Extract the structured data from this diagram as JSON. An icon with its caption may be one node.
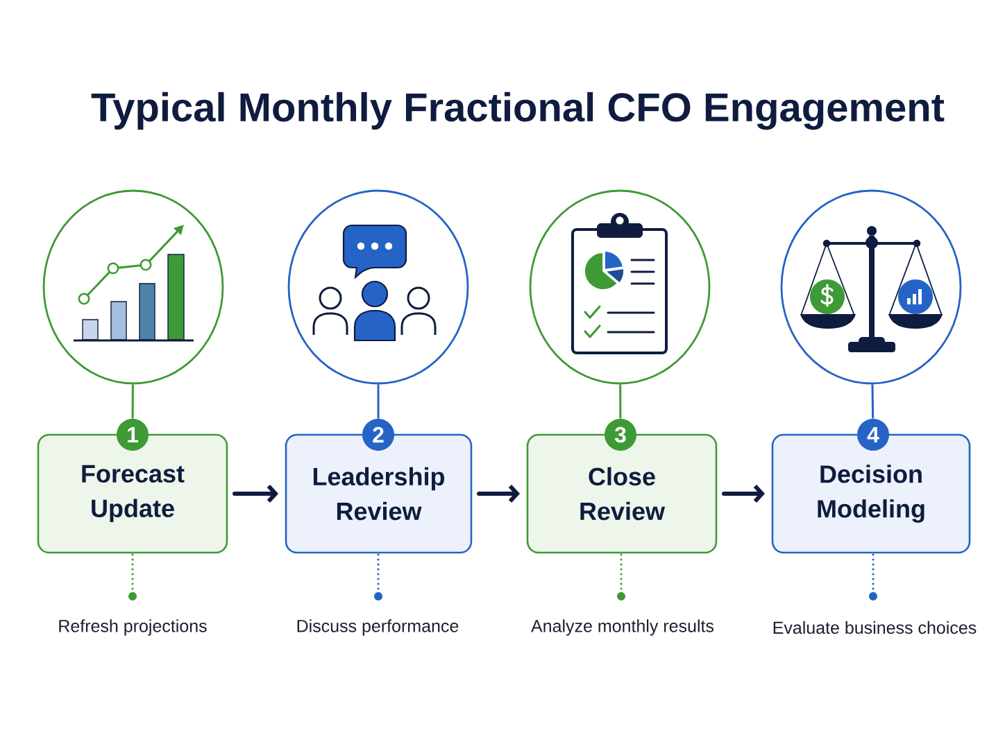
{
  "diagram": {
    "title": "Typical Monthly Fractional CFO Engagement",
    "nodes": [
      {
        "text": [],
        "shape": "circle"
      },
      {
        "text": [],
        "shape": "circle"
      },
      {
        "text": [],
        "shape": "circle"
      },
      {
        "text": [],
        "shape": "circle"
      },
      {
        "text": [
          "1"
        ]
      },
      {
        "text": [
          "2"
        ]
      },
      {
        "text": [
          "3"
        ]
      },
      {
        "text": [
          "4"
        ]
      },
      {
        "text": [
          "Forecast Update"
        ]
      },
      {
        "text": [
          "Leadership Review"
        ]
      },
      {
        "text": [
          "Close Review"
        ]
      },
      {
        "text": [
          "Decision Modeling"
        ]
      },
      {
        "text": [],
        "shape": "circle",
        "beside": [
          "Refresh projections"
        ]
      },
      {
        "text": [],
        "shape": "circle",
        "beside": [
          "Discuss performance"
        ]
      },
      {
        "text": [],
        "shape": "circle",
        "beside": [
          "Analyze monthly results"
        ]
      },
      {
        "text": [],
        "shape": "circle",
        "beside": [
          "Evaluate business choices"
        ]
      }
    ],
    "edges": [
      {
        "from": 0,
        "to": 4,
        "arrow": "none",
        "color": "#3f9a35"
      },
      {
        "from": 1,
        "to": 5,
        "arrow": "none",
        "color": "#2563c7"
      },
      {
        "from": 2,
        "to": 6,
        "arrow": "none",
        "color": "#3f9a35"
      },
      {
        "from": 3,
        "to": 7,
        "arrow": "none",
        "color": "#2563c7"
      },
      {
        "from": 8,
        "to": 9,
        "arrow": "to",
        "style": "thick",
        "color": "#0f1c3f"
      },
      {
        "from": 9,
        "to": 10,
        "arrow": "to",
        "style": "thick",
        "color": "#0f1c3f"
      },
      {
        "from": 10,
        "to": 11,
        "arrow": "to",
        "style": "thick",
        "color": "#0f1c3f"
      },
      {
        "from": 8,
        "to": 12,
        "arrow": "none",
        "style": "dashed",
        "color": "#3f9a35"
      },
      {
        "from": 9,
        "to": 13,
        "arrow": "none",
        "style": "dashed",
        "color": "#2563c7"
      },
      {
        "from": 10,
        "to": 14,
        "arrow": "none",
        "style": "dashed",
        "color": "#3f9a35"
      },
      {
        "from": 11,
        "to": 15,
        "arrow": "none",
        "style": "dashed",
        "color": "#2563c7"
      }
    ]
  }
}
